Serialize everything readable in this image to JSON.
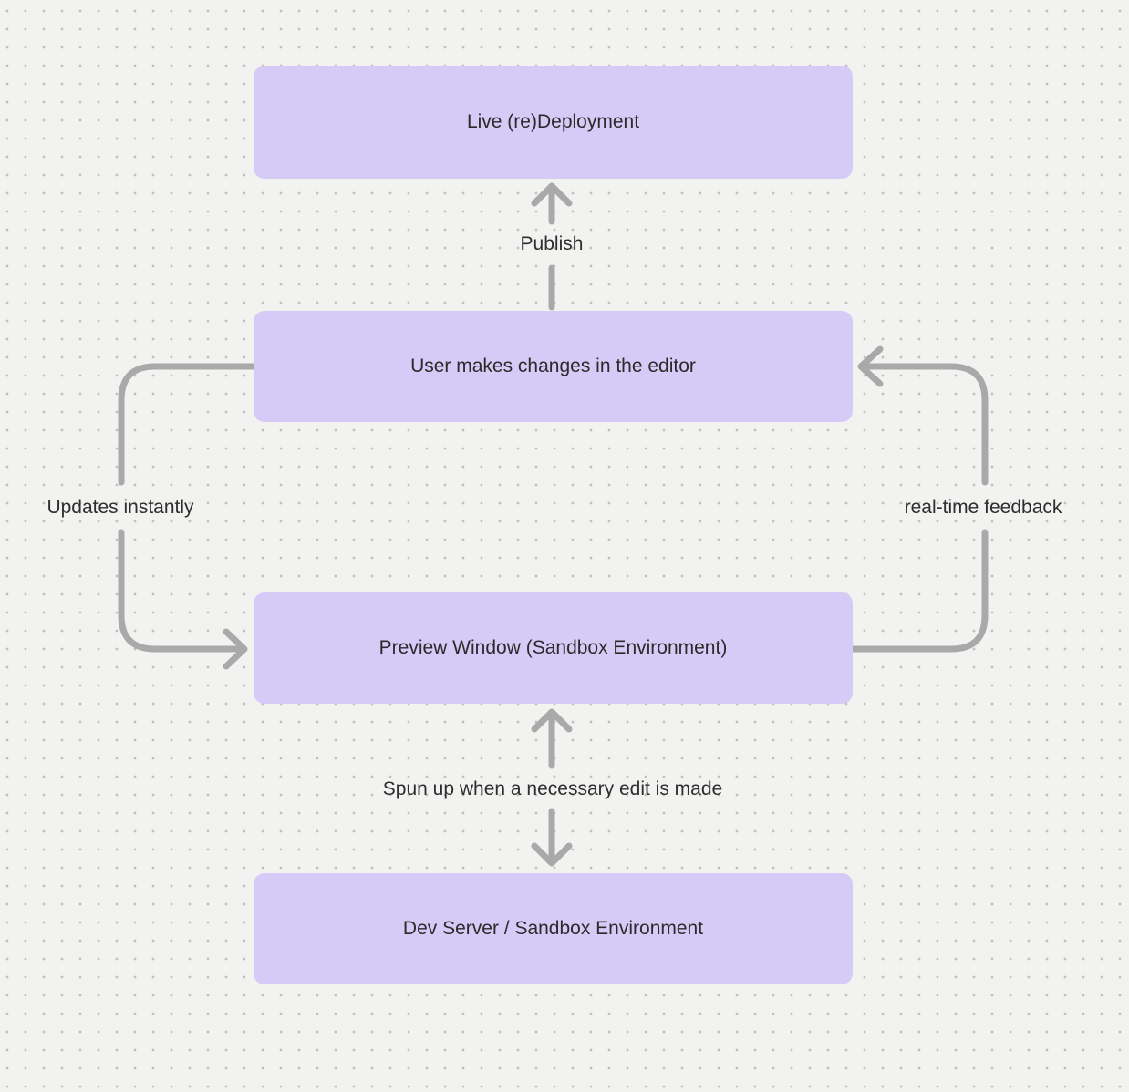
{
  "diagram": {
    "colors": {
      "background": "#f2f2f1",
      "dot": "#c2c1c0",
      "node_fill": "#d6cbf6",
      "node_text": "#2b2b2b",
      "arrow": "#a9a9a9",
      "label_text": "#2e2e2e"
    },
    "nodes": [
      {
        "id": "live-deployment",
        "label": "Live (re)Deployment"
      },
      {
        "id": "editor",
        "label": "User makes changes in the editor"
      },
      {
        "id": "preview",
        "label": "Preview Window (Sandbox Environment)"
      },
      {
        "id": "dev-server",
        "label": "Dev Server / Sandbox Environment"
      }
    ],
    "edges": [
      {
        "id": "publish",
        "label": "Publish",
        "from": "editor",
        "to": "live-deployment",
        "bidirectional": false
      },
      {
        "id": "updates-instantly",
        "label": "Updates instantly",
        "from": "editor",
        "to": "preview",
        "bidirectional": false
      },
      {
        "id": "realtime-feedback",
        "label": "real-time feedback",
        "from": "preview",
        "to": "editor",
        "bidirectional": false
      },
      {
        "id": "spun-up",
        "label": "Spun up when a necessary edit is made",
        "from": "preview",
        "to": "dev-server",
        "bidirectional": true
      }
    ]
  }
}
